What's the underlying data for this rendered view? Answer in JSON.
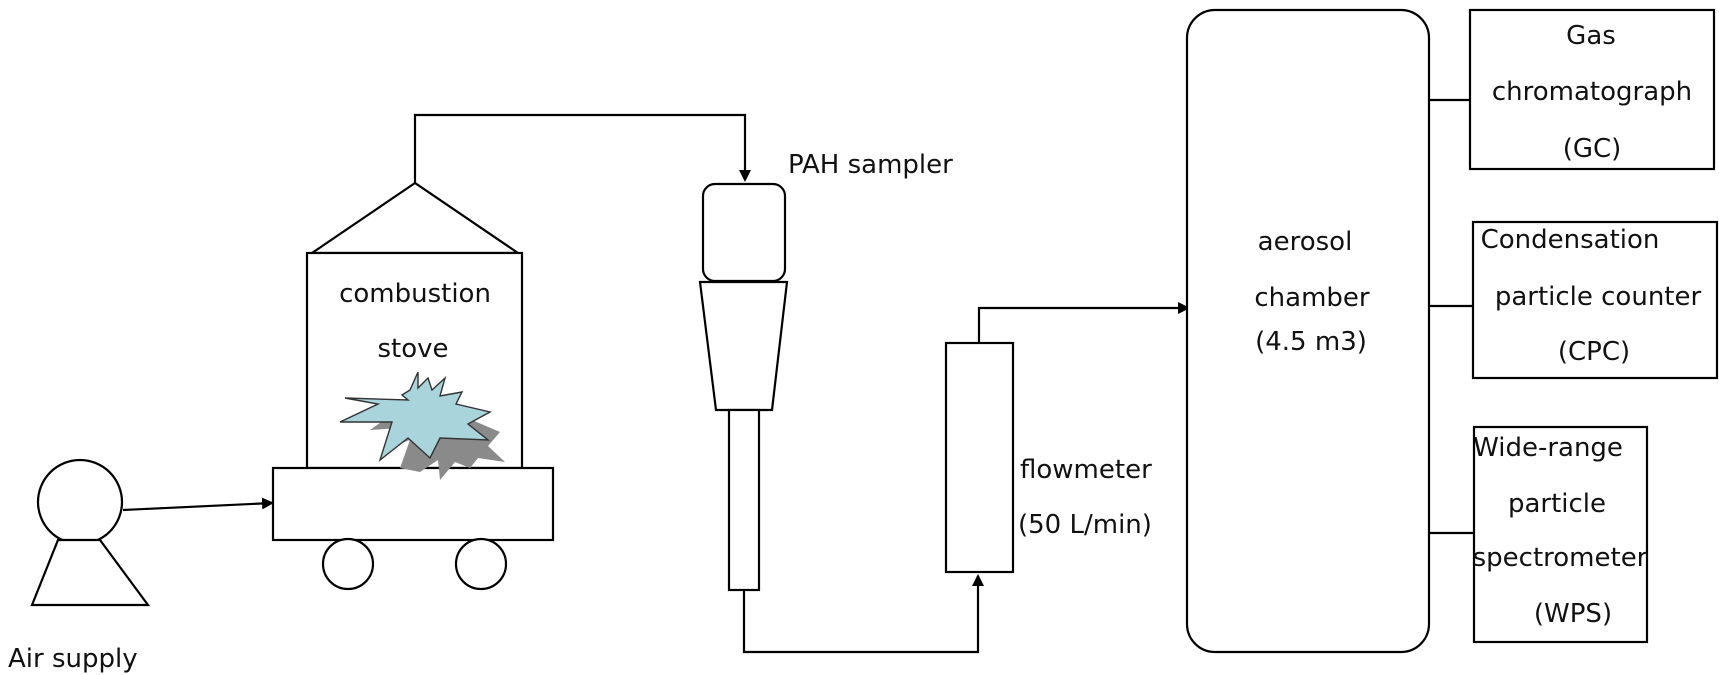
{
  "labels": {
    "air_supply": "Air supply",
    "stove_line1": "combustion",
    "stove_line2": "stove",
    "pah_sampler": "PAH sampler",
    "flowmeter_line1": "flowmeter",
    "flowmeter_line2": "(50 L/min)",
    "chamber_line1": "aerosol",
    "chamber_line2": "chamber",
    "chamber_line3": "(4.5 m3)",
    "gc_line1": "Gas",
    "gc_line2": "chromatograph",
    "gc_line3": "(GC)",
    "cpc_line1": "Condensation",
    "cpc_line2": "particle counter",
    "cpc_line3": "(CPC)",
    "wps_line1": "Wide-range",
    "wps_line2": "particle",
    "wps_line3": "spectrometer",
    "wps_line4": "(WPS)"
  },
  "colors": {
    "line": "#000000",
    "flame_light": "#a9d4dc",
    "flame_dark": "#8a8a8a"
  }
}
